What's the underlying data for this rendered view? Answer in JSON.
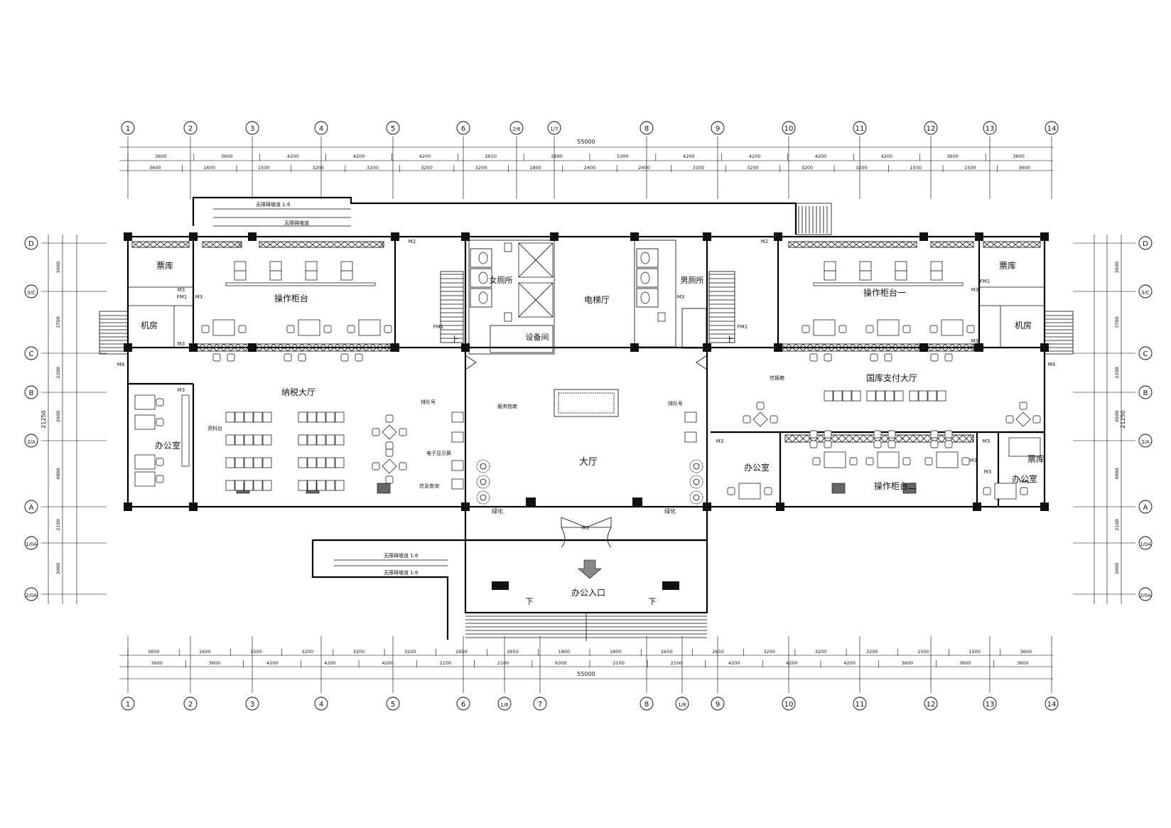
{
  "title": "",
  "axes": {
    "top": [
      "1",
      "2",
      "3",
      "4",
      "5",
      "6",
      "2/6",
      "1/7",
      "8",
      "9",
      "10",
      "11",
      "12",
      "13",
      "14"
    ],
    "bottom": [
      "1",
      "2",
      "3",
      "4",
      "5",
      "6",
      "1/6",
      "7",
      "8",
      "1/8",
      "9",
      "10",
      "11",
      "12",
      "13",
      "14"
    ],
    "left": [
      "D",
      "3/C",
      "C",
      "B",
      "2/A",
      "A",
      "1/0A",
      "2/0A"
    ],
    "right": [
      "D",
      "3/C",
      "C",
      "B",
      "2/A",
      "A",
      "1/0A",
      "2/0A"
    ]
  },
  "dims": {
    "top_total": "55000",
    "top_row1": [
      "3600",
      "3600",
      "4200",
      "4200",
      "4200",
      "2610",
      "2890",
      "5300",
      "4200",
      "4200",
      "4200",
      "4200",
      "3600",
      "3600"
    ],
    "top_row2": [
      "3600",
      "1600",
      "1500",
      "3200",
      "3200",
      "3200",
      "3200",
      "1800",
      "2400",
      "2400",
      "3100",
      "3200",
      "3200",
      "3200",
      "1500",
      "1500",
      "3600"
    ],
    "bottom_total": "55000",
    "bottom_row1": [
      "3600",
      "1600",
      "1500",
      "3200",
      "3200",
      "3200",
      "2650",
      "2650",
      "1800",
      "1800",
      "2650",
      "2650",
      "3200",
      "3200",
      "3200",
      "1500",
      "1500",
      "3600"
    ],
    "bottom_row2": [
      "3600",
      "3600",
      "4200",
      "4200",
      "4200",
      "2100",
      "2100",
      "6300",
      "2100",
      "2100",
      "4200",
      "4200",
      "4200",
      "3600",
      "3600",
      "3600"
    ],
    "side_total": "21250",
    "left_col": [
      "2600",
      "3700",
      "2200",
      "2600",
      "4000",
      "2100",
      "3000"
    ],
    "right_col": [
      "2600",
      "3700",
      "2200",
      "2600",
      "4000",
      "2100",
      "3000"
    ]
  },
  "rooms": {
    "piaoku_l": "票库",
    "jifang_l": "机房",
    "caozuo_gui": "操作柜台",
    "nashui_hall": "纳税大厅",
    "bangong_l": "办公室",
    "dianti": "电梯厅",
    "nv_ce": "女厕所",
    "nan_ce": "男厕所",
    "shebei": "设备间",
    "dating": "大厅",
    "piaoku_r": "票库",
    "jifang_r": "机房",
    "caozuo_gui1": "操作柜台一",
    "caozuo_gui2": "操作柜台二",
    "zhifu_hall": "国库支付大厅",
    "bangong_r1": "办公室",
    "bangong_r2": "办公室",
    "piaoku_r2": "票库",
    "entrance": "办公入口",
    "shang_l": "上",
    "shang_r": "上",
    "xia_l": "下",
    "xia_r": "下"
  },
  "labels": {
    "lv": "绿化",
    "lv_r": "绿化",
    "pz": "排队号",
    "pz_r": "排队号",
    "fw": "服务指南",
    "lb": "电子显示屏",
    "yd": "信息查询",
    "xin": "信报箱",
    "xs": "资料台",
    "ramp_top1": "无障碍坡道 1:6",
    "ramp_top2": "无障碍坡道",
    "ramp_bot1": "无障碍坡道 1:6",
    "ramp_bot2": "无障碍坡道 1:6",
    "doors": {
      "m1": "M1",
      "m2": "M2",
      "m2b": "M2",
      "m3a": "M3",
      "m3b": "M3",
      "m3c": "M3",
      "m3d": "M3",
      "m3e": "M3",
      "m3f": "M3",
      "m3g": "M3",
      "m3h": "M3",
      "m3i": "M3",
      "m3j": "M3",
      "m3k": "M3",
      "m4a": "M4",
      "m4b": "M4",
      "fm1a": "FM1",
      "fm1b": "FM1",
      "fm1c": "FM1",
      "fm1d": "FM1",
      "fm1e": "FM1"
    }
  },
  "colors": {
    "line": "#000000",
    "hatch": "#666666",
    "background": "#ffffff"
  }
}
